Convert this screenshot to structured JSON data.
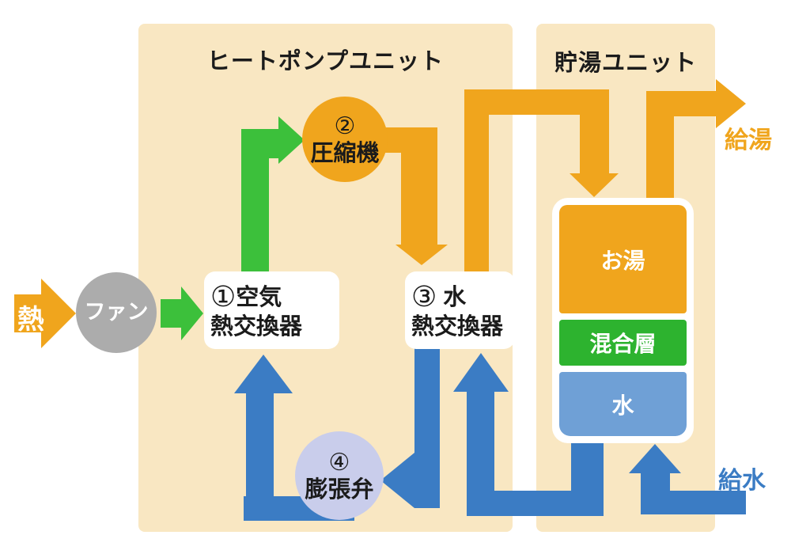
{
  "colors": {
    "page_bg": "#ffffff",
    "unit_bg": "#f9e7c2",
    "orange": "#f0a51d",
    "green": "#3cc03b",
    "tank_green": "#2db32f",
    "blue": "#3b7cc4",
    "water_blue": "#6fa0d6",
    "lavender": "#c9cdeb",
    "gray": "#acacac",
    "text_dark": "#1b1b1b"
  },
  "units": {
    "heat_pump_title": "ヒートポンプユニット",
    "storage_title": "貯湯ユニット"
  },
  "labels": {
    "heat": "熱",
    "fan": "ファン",
    "hot_water_supply": "給湯",
    "water_supply": "給水"
  },
  "components": {
    "air_heat_exchanger": {
      "number": "①",
      "line1": "空気",
      "line2": "熱交換器"
    },
    "compressor": {
      "number": "②",
      "name": "圧縮機"
    },
    "water_heat_exchanger": {
      "number": "③",
      "line1": "水",
      "line2": "熱交換器"
    },
    "expansion_valve": {
      "number": "④",
      "name": "膨張弁"
    }
  },
  "tank": {
    "hot_water": "お湯",
    "mixed_layer": "混合層",
    "cold_water": "水"
  }
}
